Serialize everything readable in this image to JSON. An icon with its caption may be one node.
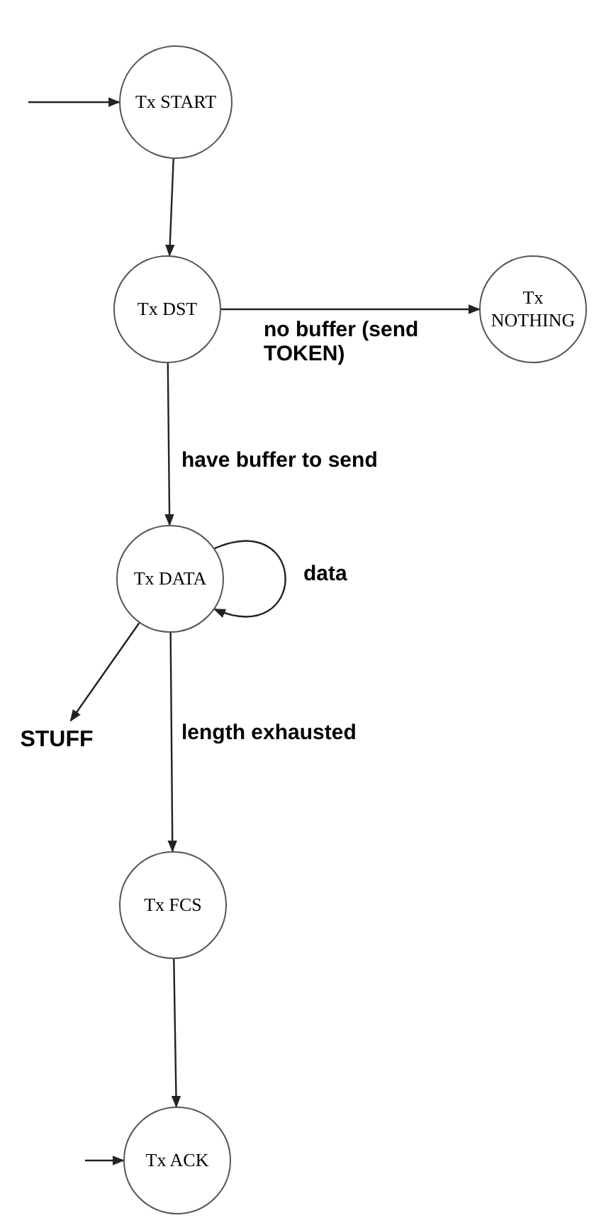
{
  "diagram": {
    "nodes": [
      {
        "text": [
          "Tx START"
        ]
      },
      {
        "text": [
          "Tx DST"
        ]
      },
      {
        "text": [
          "Tx NOTHING"
        ]
      },
      {
        "text": [
          "Tx DATA"
        ]
      },
      {
        "text": [
          "STUFF"
        ]
      },
      {
        "text": [
          "Tx FCS"
        ]
      },
      {
        "text": [
          "Tx ACK"
        ]
      }
    ],
    "edges": [
      {
        "from": null,
        "to": 0,
        "arrow": "to"
      },
      {
        "from": 0,
        "to": 1,
        "arrow": "to"
      },
      {
        "from": 1,
        "to": 2,
        "arrow": "to",
        "label": "no buffer (send TOKEN)"
      },
      {
        "from": 1,
        "to": 3,
        "arrow": "to",
        "label": "have buffer to send"
      },
      {
        "from": 3,
        "to": 3,
        "arrow": "to",
        "label": "data"
      },
      {
        "from": 3,
        "to": 4,
        "arrow": "to"
      },
      {
        "from": 3,
        "to": 5,
        "arrow": "to",
        "label": "length exhausted"
      },
      {
        "from": 5,
        "to": 6,
        "arrow": "to"
      },
      {
        "from": null,
        "to": 6,
        "arrow": "to"
      }
    ]
  }
}
